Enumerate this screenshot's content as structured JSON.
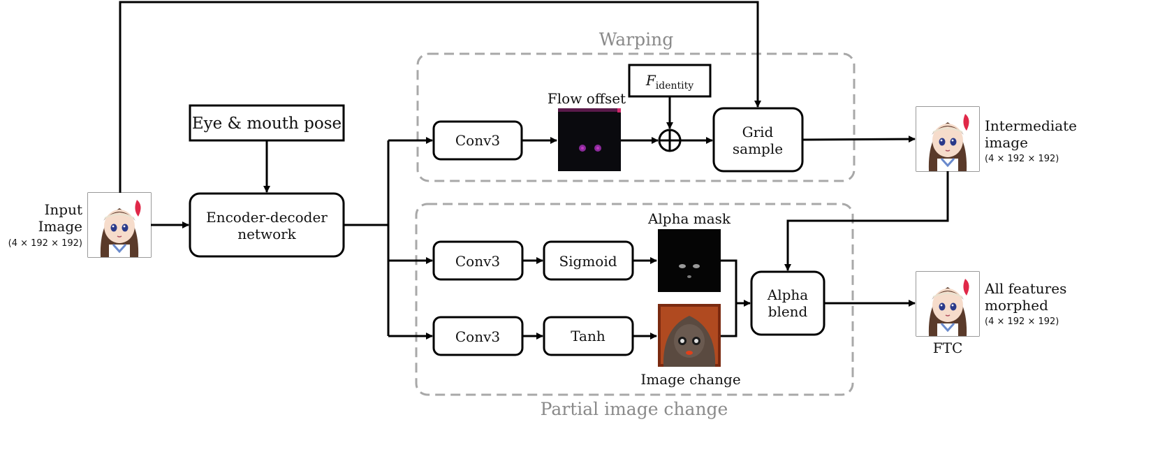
{
  "groups": {
    "warping_title": "Warping",
    "partial_title": "Partial image change"
  },
  "inputs": {
    "pose_label": "Eye & mouth pose",
    "input_label_1": "Input",
    "input_label_2": "Image",
    "input_dims": "(4 × 192 × 192)"
  },
  "network": {
    "encoder_line1": "Encoder-decoder",
    "encoder_line2": "network"
  },
  "warping": {
    "conv3": "Conv3",
    "flow_offset": "Flow offset",
    "f_identity_main": "F",
    "f_identity_sub": "identity",
    "grid_line1": "Grid",
    "grid_line2": "sample"
  },
  "partial": {
    "conv3_a": "Conv3",
    "sigmoid": "Sigmoid",
    "alpha_mask": "Alpha mask",
    "conv3_b": "Conv3",
    "tanh": "Tanh",
    "image_change": "Image change",
    "alpha_line1": "Alpha",
    "alpha_line2": "blend"
  },
  "outputs": {
    "intermediate_line1": "Intermediate",
    "intermediate_line2": "image",
    "intermediate_dims": "(4 × 192 × 192)",
    "final_line1": "All features",
    "final_line2": "morphed",
    "final_dims": "(4 × 192 × 192)",
    "ftc_label": "FTC"
  }
}
